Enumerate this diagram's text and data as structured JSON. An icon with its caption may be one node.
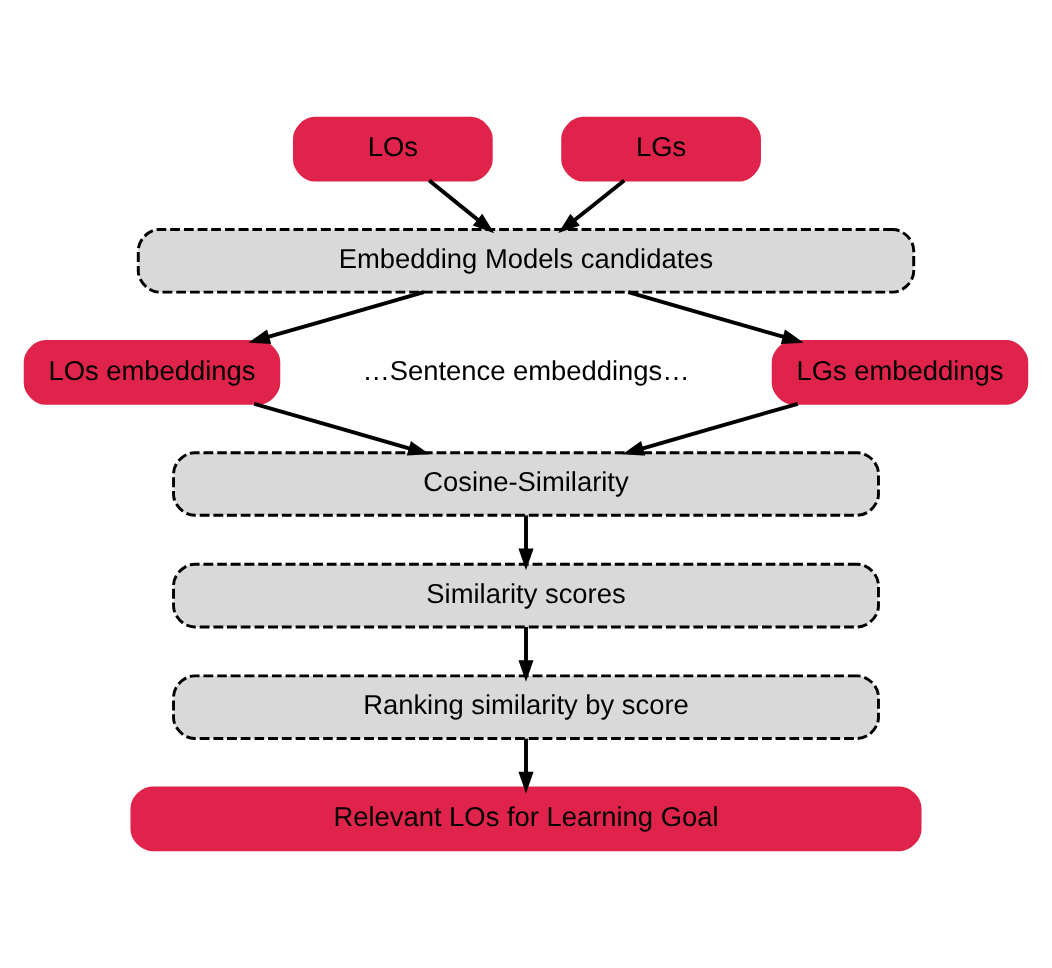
{
  "diagram": {
    "nodes": [
      {
        "text": [
          "LOs"
        ]
      },
      {
        "text": [
          "LGs"
        ]
      },
      {
        "text": [
          "Embedding Models candidates"
        ]
      },
      {
        "text": [
          "LOs embeddings"
        ]
      },
      {
        "text": [
          "LGs embeddings"
        ]
      },
      {
        "text": [
          "Cosine-Similarity"
        ]
      },
      {
        "text": [
          "Similarity scores"
        ]
      },
      {
        "text": [
          "Ranking similarity by score"
        ]
      },
      {
        "text": [
          "Relevant LOs for Learning Goal"
        ]
      }
    ],
    "edges": [
      {
        "from": 0,
        "to": 2,
        "arrow": "to"
      },
      {
        "from": 1,
        "to": 2,
        "arrow": "to"
      },
      {
        "from": 2,
        "to": 3,
        "arrow": "to"
      },
      {
        "from": 2,
        "to": 4,
        "arrow": "to"
      },
      {
        "from": 3,
        "to": 5,
        "arrow": "to"
      },
      {
        "from": 4,
        "to": 5,
        "arrow": "to"
      },
      {
        "from": 5,
        "to": 6,
        "arrow": "to"
      },
      {
        "from": 6,
        "to": 7,
        "arrow": "to"
      },
      {
        "from": 7,
        "to": 8,
        "arrow": "to"
      }
    ],
    "labels": [
      "…Sentence embeddings…"
    ]
  }
}
